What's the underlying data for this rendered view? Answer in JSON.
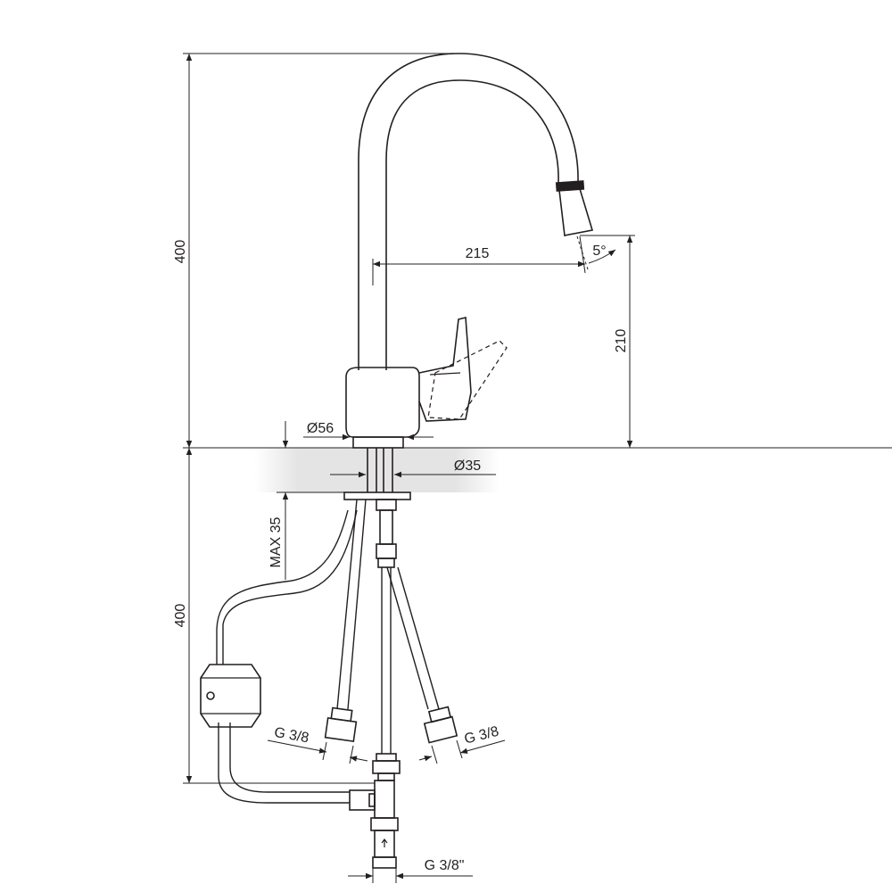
{
  "diagram": {
    "dimensions": {
      "total_height_above": "400",
      "spout_reach": "215",
      "spout_angle": "5°",
      "spout_height": "210",
      "base_diameter": "Ø56",
      "mounting_hole": "Ø35",
      "max_thickness": "MAX 35",
      "hose_length": "400",
      "left_connector": "G 3/8",
      "right_connector": "G 3/8",
      "bottom_connector": "G 3/8\""
    },
    "colors": {
      "line": "#231f20",
      "countertop": "#e6e6e6",
      "hose": "#ffffff"
    }
  }
}
